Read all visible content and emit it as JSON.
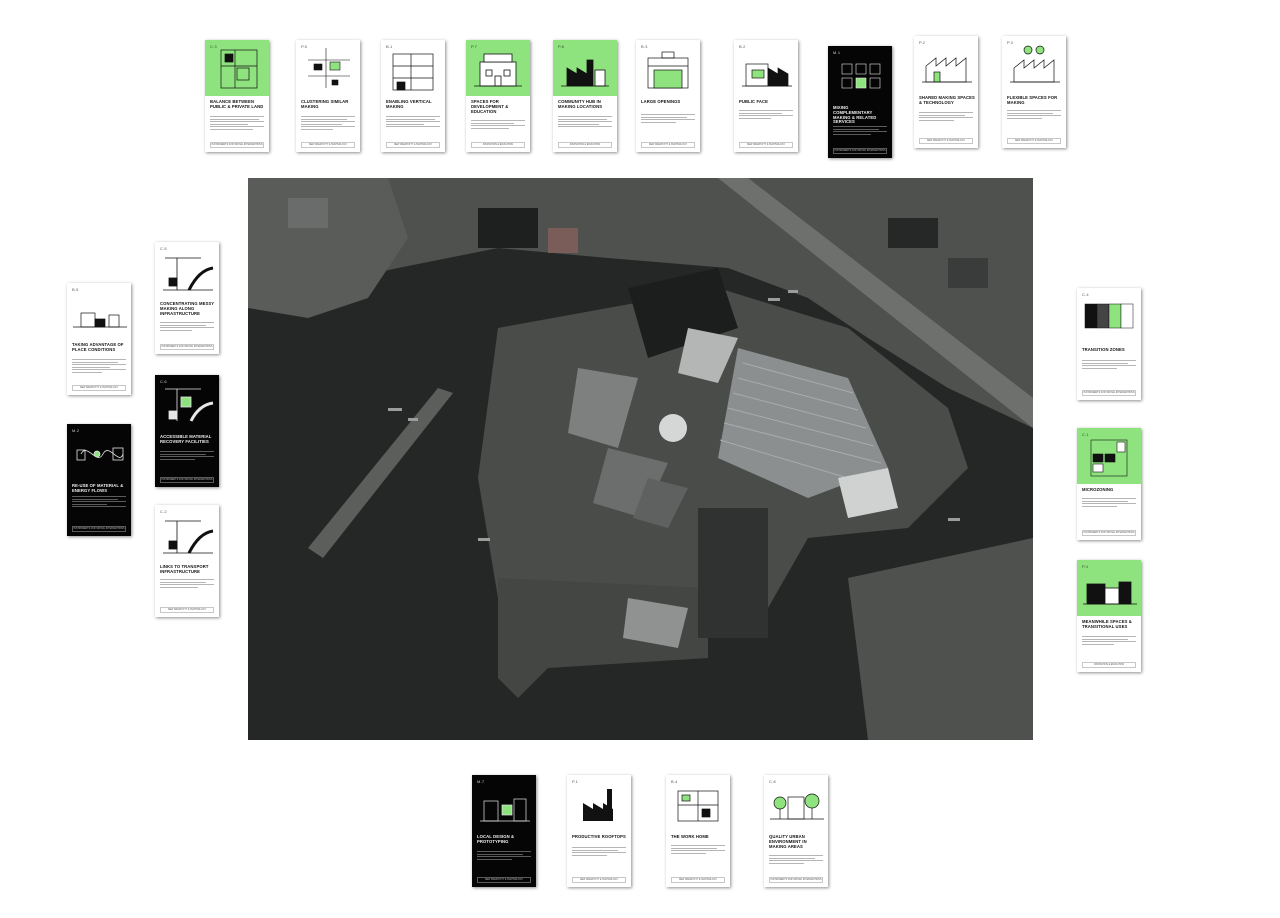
{
  "cards": [
    {
      "id": "card-c3",
      "code": "C.3",
      "title": "BALANCE BETWEEN PUBLIC & PRIVATE LAND",
      "variant": "green",
      "icon": "plot-layout-icon"
    },
    {
      "id": "card-clustering",
      "code": "P.5",
      "title": "CLUSTERING SIMILAR MAKING",
      "variant": "white",
      "icon": "cluster-icon"
    },
    {
      "id": "card-vertical",
      "code": "B.1",
      "title": "ENABLING VERTICAL MAKING",
      "variant": "white",
      "icon": "building-section-icon"
    },
    {
      "id": "card-p7",
      "code": "P.7",
      "title": "SPACES FOR DEVELOPMENT & EDUCATION",
      "variant": "green",
      "icon": "school-icon"
    },
    {
      "id": "card-p8",
      "code": "P.8",
      "title": "COMMUNITY HUB IN MAKING LOCATIONS",
      "variant": "green",
      "icon": "factory-icon"
    },
    {
      "id": "card-openings",
      "code": "B.3",
      "title": "LARGE OPENINGS",
      "variant": "white",
      "icon": "storefront-icon"
    },
    {
      "id": "card-publicface",
      "code": "B.2",
      "title": "PUBLIC FACE",
      "variant": "white",
      "icon": "workshop-icon"
    },
    {
      "id": "card-mixing",
      "code": "M.1",
      "title": "MIXING COMPLEMENTARY MAKING & RELATED SERVICES",
      "variant": "black",
      "icon": "building-grid-icon"
    },
    {
      "id": "card-shared",
      "code": "P.2",
      "title": "SHARED MAKING SPACES & TECHNOLOGY",
      "variant": "white",
      "icon": "sawtooth-roof-icon"
    },
    {
      "id": "card-flexible",
      "code": "P.3",
      "title": "FLEXIBLE SPACES FOR MAKING",
      "variant": "white",
      "icon": "flexible-hall-icon"
    },
    {
      "id": "card-concentrating",
      "code": "C.5",
      "title": "CONCENTRATING MESSY MAKING ALONG INFRASTRUCTURE",
      "variant": "white",
      "icon": "crane-road-icon"
    },
    {
      "id": "card-advantage",
      "code": "B.5",
      "title": "TAKING ADVANTAGE OF PLACE CONDITIONS",
      "variant": "white",
      "icon": "waterfront-icon"
    },
    {
      "id": "card-material",
      "code": "C.6",
      "title": "ACCESSIBLE MATERIAL RECOVERY FACILITIES",
      "variant": "black",
      "icon": "recycling-icon"
    },
    {
      "id": "card-reuse",
      "code": "M.2",
      "title": "RE-USE OF MATERIAL & ENERGY FLOWS",
      "variant": "black",
      "icon": "energy-loop-icon"
    },
    {
      "id": "card-links",
      "code": "C.2",
      "title": "LINKS TO TRANSPORT INFRASTRUCTURE",
      "variant": "white",
      "icon": "crane-road-icon"
    },
    {
      "id": "card-transition",
      "code": "C.4",
      "title": "TRANSITION ZONES",
      "variant": "white",
      "icon": "transition-grid-icon"
    },
    {
      "id": "card-microzoning",
      "code": "C.1",
      "title": "MICROZONING",
      "variant": "green",
      "icon": "zoning-grid-icon"
    },
    {
      "id": "card-meanwhile",
      "code": "P.4",
      "title": "MEANWHILE SPACES & TRANSITIONAL USES",
      "variant": "green",
      "icon": "container-icon"
    },
    {
      "id": "card-localdesign",
      "code": "M.7",
      "title": "LOCAL DESIGN & PROTOTYPING",
      "variant": "black",
      "icon": "prototype-icon"
    },
    {
      "id": "card-rooftops",
      "code": "P.1",
      "title": "PRODUCTIVE ROOFTOPS",
      "variant": "white",
      "icon": "chimney-factory-icon"
    },
    {
      "id": "card-workhome",
      "code": "B.4",
      "title": "THE WORK HOME",
      "variant": "white",
      "icon": "work-home-icon"
    },
    {
      "id": "card-quality",
      "code": "C.8",
      "title": "QUALITY URBAN ENVIRONMENT IN MAKING AREAS",
      "variant": "white",
      "icon": "green-street-icon"
    }
  ],
  "tags": {
    "a": "INSTRUMENTS FOR SPATIAL INTERVENTIONS",
    "b": "NEW CREATIVITY & TECHNOLOGY",
    "c": "INNOVATION & EDUCATION"
  },
  "colors": {
    "green": "#8ee37e",
    "black": "#050505",
    "aerial_water": "#232525",
    "aerial_land": "#4d4f4d"
  }
}
